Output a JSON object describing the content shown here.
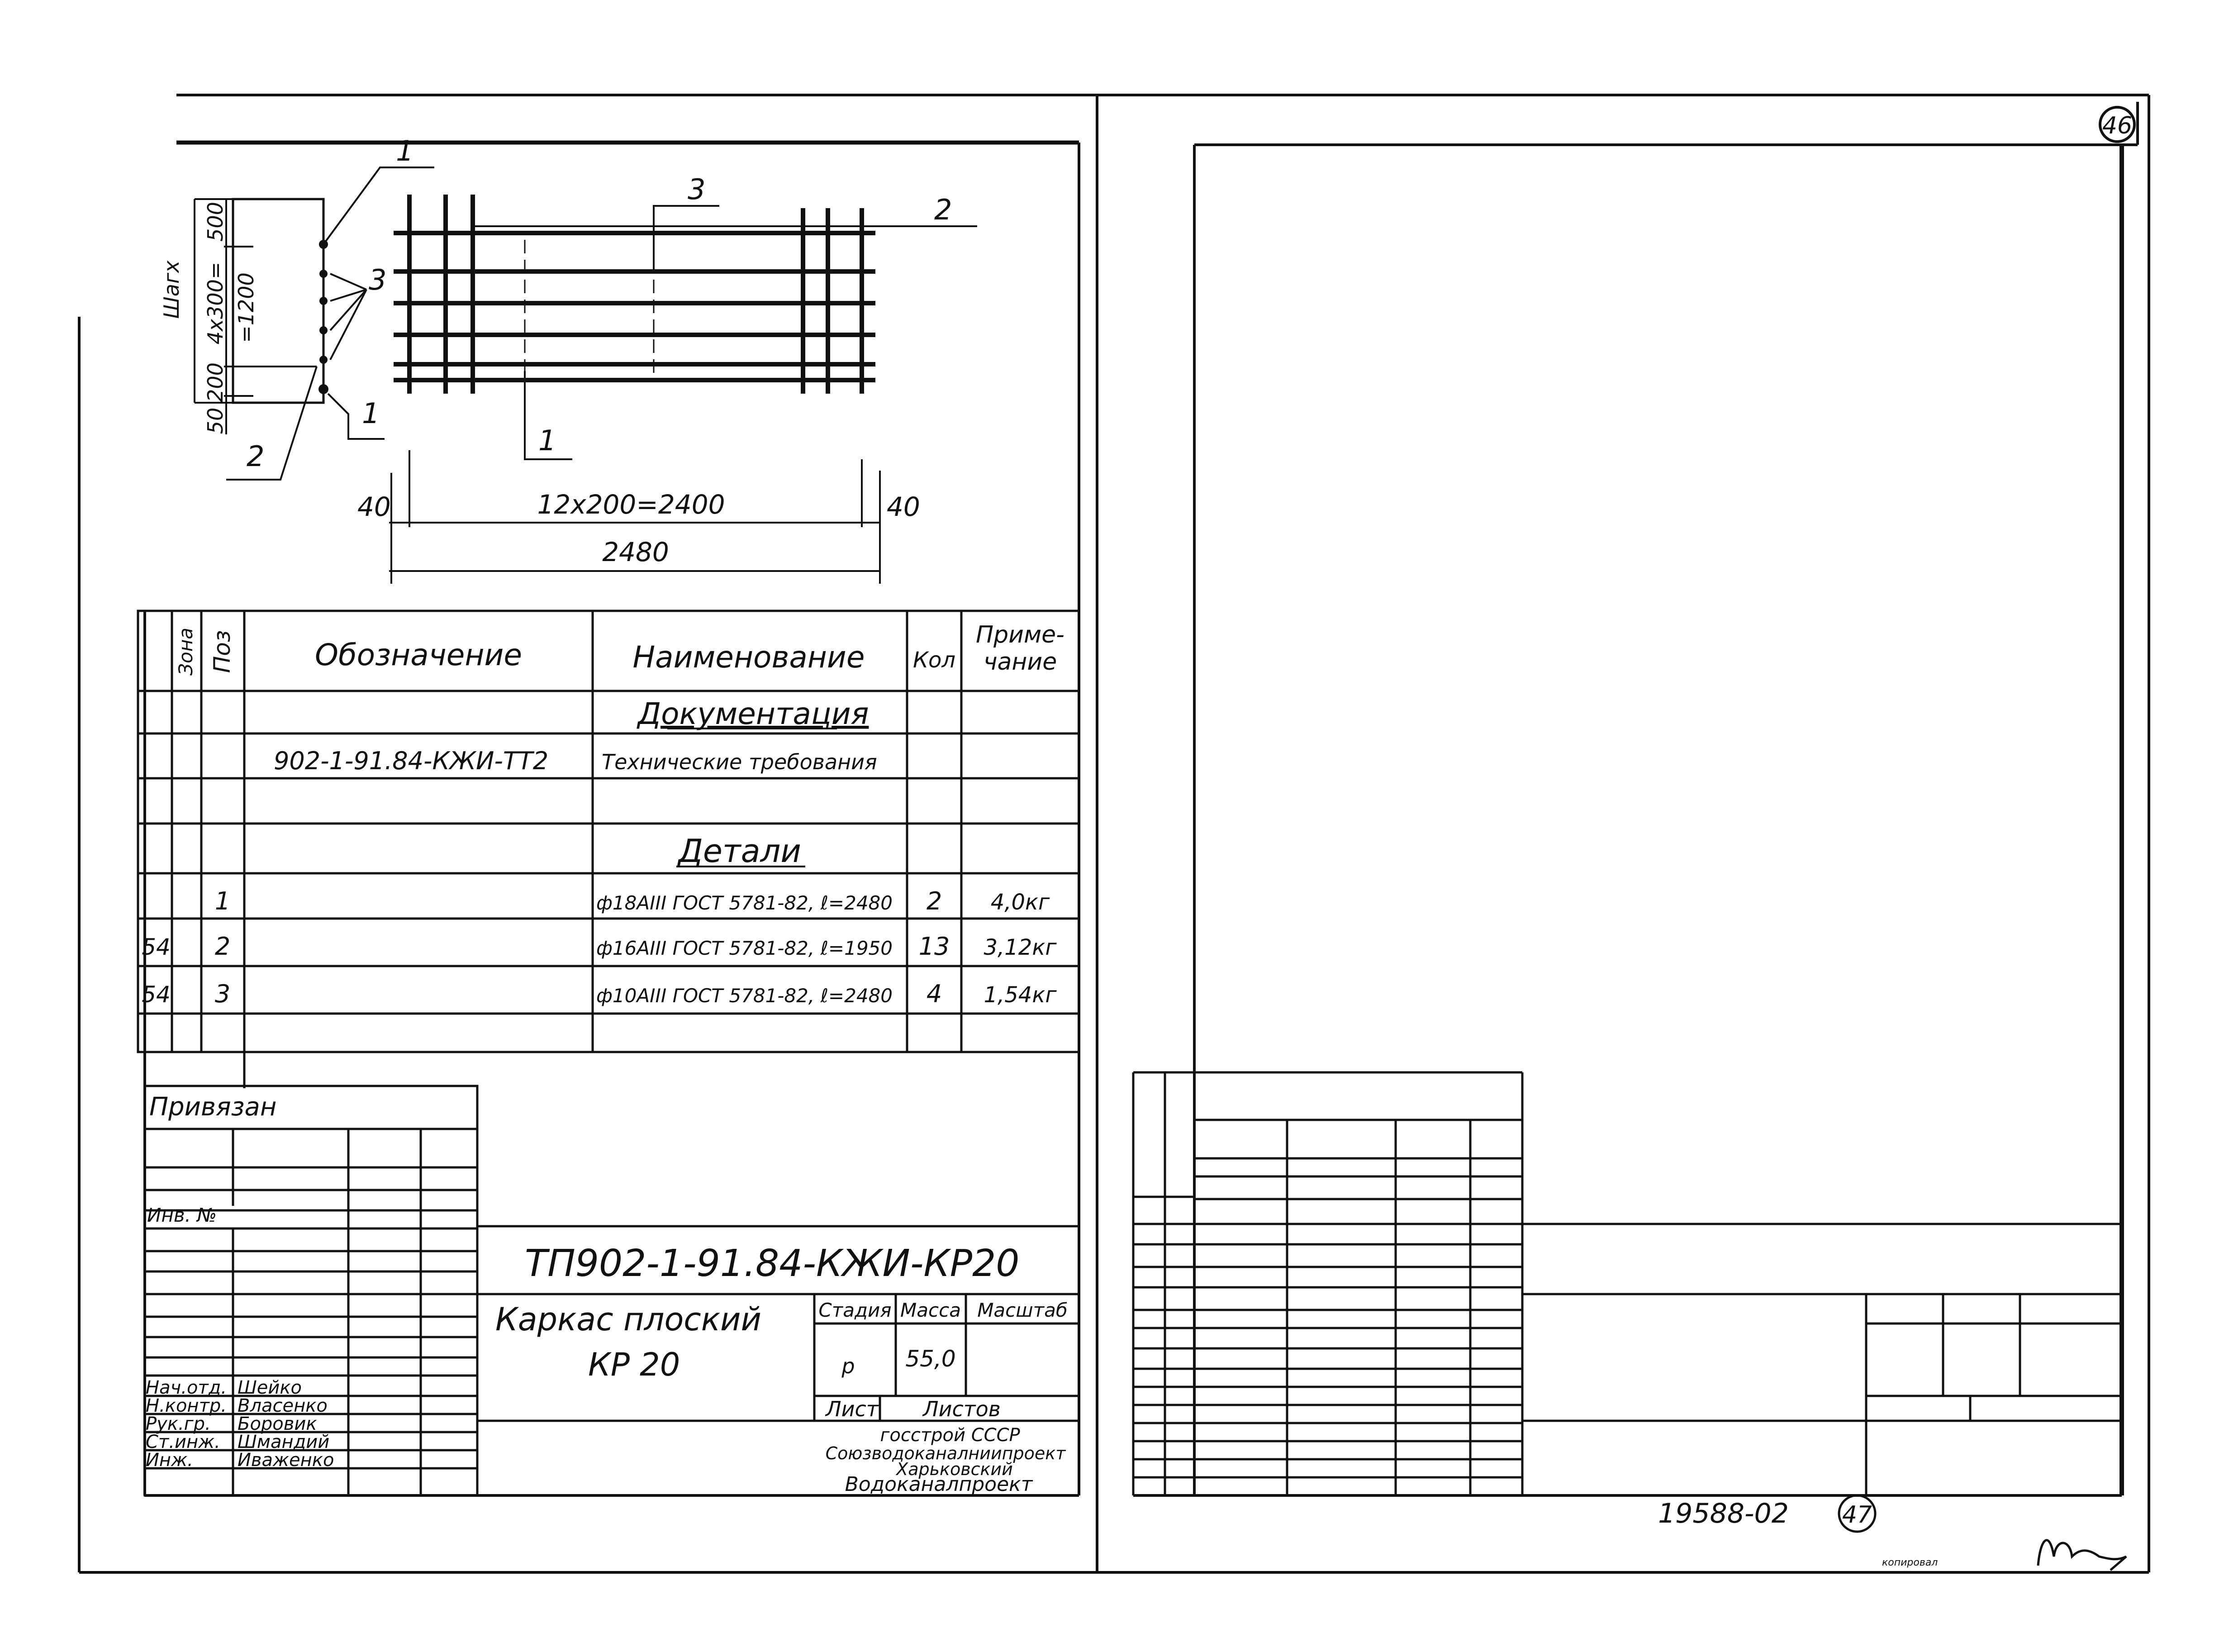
{
  "sheet_number_top": "46",
  "sheet_number_bottom": "47",
  "archive_number": "19588-02",
  "signature_note": "копировал",
  "drawing": {
    "callouts": [
      "1",
      "2",
      "3",
      "1",
      "2",
      "3",
      "1"
    ],
    "dim_total_label": "Шагх",
    "dim_500": "500",
    "dim_4x300": "4х300=",
    "dim_1200": "=1200",
    "dim_200": "200",
    "dim_50": "50",
    "dim_40_left": "40",
    "dim_12x200": "12х200=2400",
    "dim_40_right": "40",
    "dim_2480": "2480"
  },
  "spec": {
    "header": {
      "zone": "Зона",
      "pos": "Поз",
      "designation": "Обозначение",
      "name": "Наименование",
      "qty": "Кол",
      "note_line1": "Приме-",
      "note_line2": "чание"
    },
    "section_docs": "Документация",
    "docs_row": {
      "designation": "902-1-91.84-КЖИ-ТТ2",
      "name": "Технические требования"
    },
    "section_parts": "Детали",
    "rows": [
      {
        "zone": "",
        "pos": "1",
        "name": "ф18АIII ГОСТ 5781-82, ℓ=2480",
        "qty": "2",
        "note": "4,0кг"
      },
      {
        "zone": "54",
        "pos": "2",
        "name": "ф16АIII ГОСТ 5781-82, ℓ=1950",
        "qty": "13",
        "note": "3,12кг"
      },
      {
        "zone": "54",
        "pos": "3",
        "name": "ф10АIII ГОСТ 5781-82, ℓ=2480",
        "qty": "4",
        "note": "1,54кг"
      }
    ]
  },
  "title_block": {
    "attached": "Привязан",
    "inv_no": "Инв. №",
    "code": "ТП902-1-91.84-КЖИ-КР20",
    "item_line1": "Каркас плоский",
    "item_line2": "КР 20",
    "stage_label": "Стадия",
    "mass_label": "Масса",
    "scale_label": "Масштаб",
    "stage_value": "р",
    "mass_value": "55,0",
    "sheet_label": "Лист",
    "sheets_label": "Листов",
    "org_line1": "госстрой СССР",
    "org_line2": "Союзводоканалниипроект",
    "org_line3": "Харьковский",
    "org_line4": "Водоканалпроект",
    "people": [
      {
        "role": "Нач.отд.",
        "name": "Шейко"
      },
      {
        "role": "Н.контр.",
        "name": "Власенко"
      },
      {
        "role": "Рук.гр.",
        "name": "Боровик"
      },
      {
        "role": "Ст.инж.",
        "name": "Шмандий"
      },
      {
        "role": "Инж.",
        "name": "Иваженко"
      }
    ]
  }
}
